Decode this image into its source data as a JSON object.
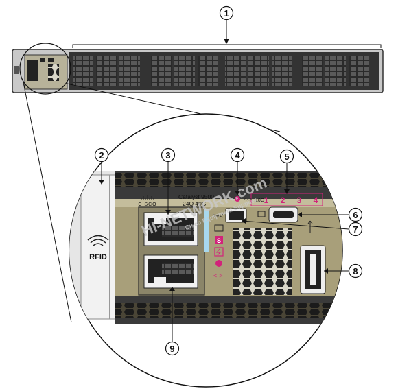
{
  "callouts": [
    "1",
    "2",
    "3",
    "4",
    "5",
    "6",
    "7",
    "8",
    "9"
  ],
  "panel": {
    "rfid_label": "RFID",
    "brand_label": "CISCO",
    "model_line1": "Catalyst 9500",
    "model_line2": "24Q 40G",
    "port_group_label": "10G",
    "port_numbers": [
      "1",
      "2",
      "3",
      "4"
    ],
    "status_letter": "S"
  },
  "watermark": {
    "text": "HI-NETWORK.com",
    "subtext": "Cisco Equipment Supplier"
  },
  "colors": {
    "led_magenta": "#d2227a",
    "chassis": "#3c3c3c",
    "panel_tan": "#a89f7a",
    "callout_stroke": "#111111"
  },
  "icons": [
    "console-icon",
    "usb-icon",
    "fan-icon",
    "power-icon",
    "network-link-icon",
    "stack-icon",
    "rfid-icon"
  ]
}
